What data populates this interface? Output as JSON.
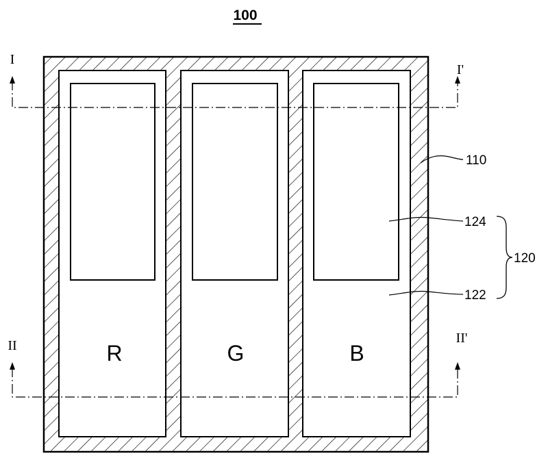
{
  "figure_number": "100",
  "labels": {
    "partition": "110",
    "pixel_group": "120",
    "upper_region": "124",
    "lower_region": "122"
  },
  "subpixels": [
    {
      "letter": "R"
    },
    {
      "letter": "G"
    },
    {
      "letter": "B"
    }
  ],
  "section_lines": [
    {
      "start": "I",
      "end": "I'"
    },
    {
      "start": "II",
      "end": "II'"
    }
  ],
  "colors": {
    "line": "#000000",
    "background": "#ffffff"
  }
}
